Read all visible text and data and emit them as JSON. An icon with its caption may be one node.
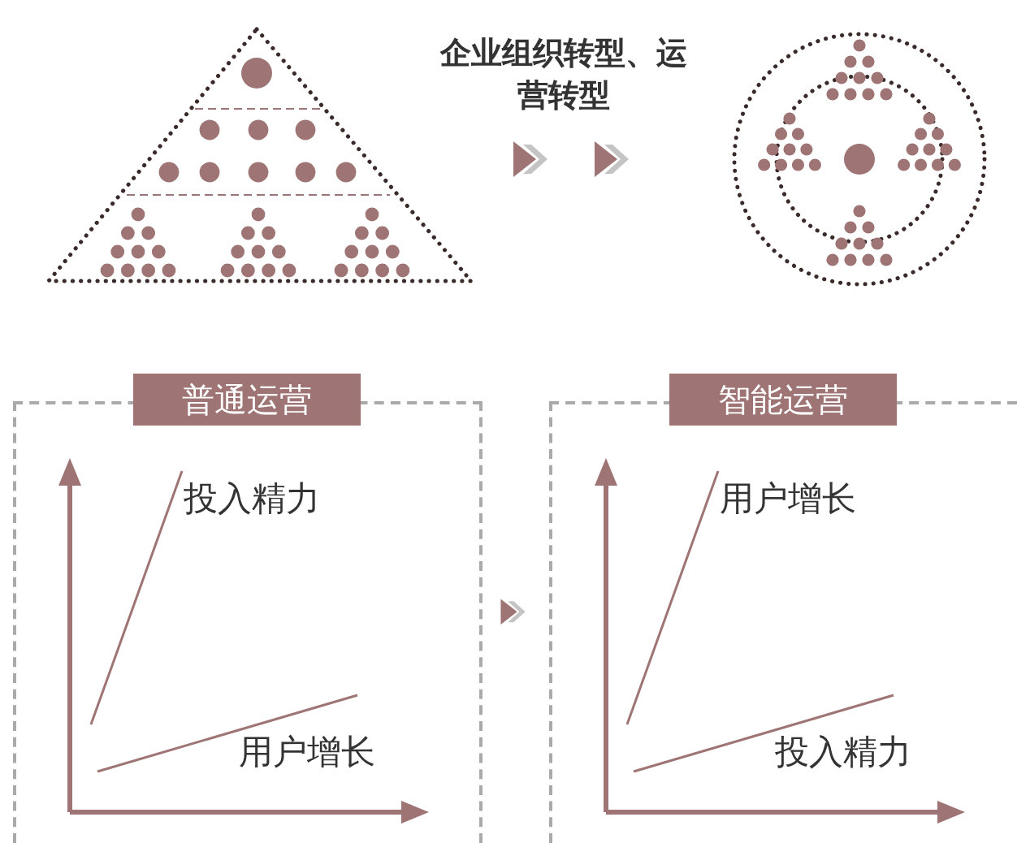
{
  "diagram": {
    "nodes": [
      {
        "text": [],
        "shape": "triangle"
      },
      {
        "text": [],
        "shape": "circle"
      },
      {
        "text": [
          "普通运营",
          "投入精力",
          "用户增长"
        ]
      },
      {
        "text": [
          "智能运营",
          "用户增长",
          "投入精力"
        ]
      }
    ],
    "edges": [
      {
        "from": 0,
        "to": 1,
        "arrow": "to",
        "label": "企业组织转型、运营转型"
      },
      {
        "from": 2,
        "to": 3,
        "arrow": "to"
      }
    ]
  }
}
